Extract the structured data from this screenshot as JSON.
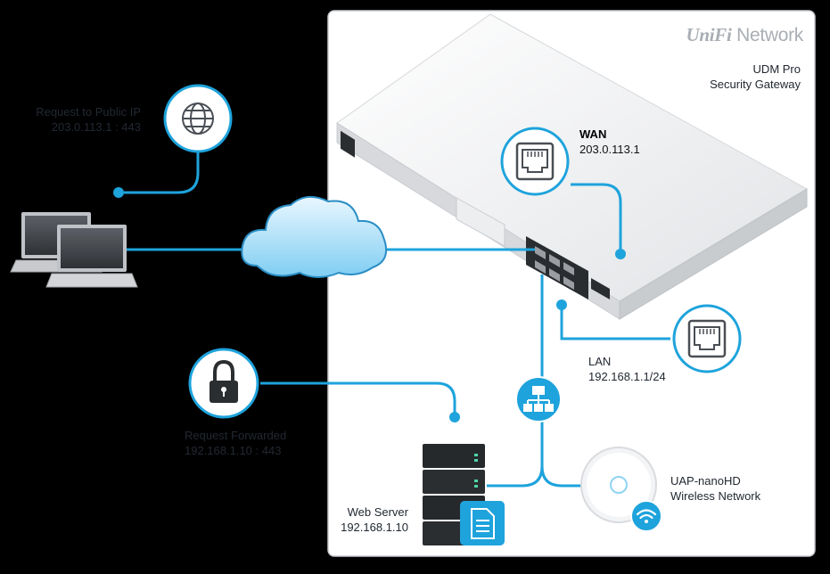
{
  "brand": {
    "logo": "UniFi",
    "product": "Network"
  },
  "gateway": {
    "line1": "UDM Pro",
    "line2": "Security Gateway"
  },
  "request_public": {
    "line1": "Request to Public IP",
    "line2": "203.0.113.1 : 443"
  },
  "wan": {
    "title": "WAN",
    "ip": "203.0.113.1"
  },
  "lan": {
    "title": "LAN",
    "subnet": "192.168.1.1/24"
  },
  "request_forwarded": {
    "line1": "Request Forwarded",
    "line2": "192.168.1.10 : 443"
  },
  "web_server": {
    "line1": "Web Server",
    "line2": "192.168.1.10"
  },
  "access_point": {
    "line1": "UAP-nanoHD",
    "line2": "Wireless Network"
  },
  "icons": {
    "globe": "globe-icon",
    "lock": "lock-icon",
    "ethernet_wan": "ethernet-port-icon",
    "ethernet_lan": "ethernet-port-icon",
    "switch": "network-switch-icon",
    "wifi": "wifi-icon",
    "document": "document-icon",
    "cloud": "cloud-icon"
  },
  "colors": {
    "accent": "#1ea3dc",
    "background": "#000000",
    "frame": "#ffffff",
    "device": "#e9eaec"
  }
}
